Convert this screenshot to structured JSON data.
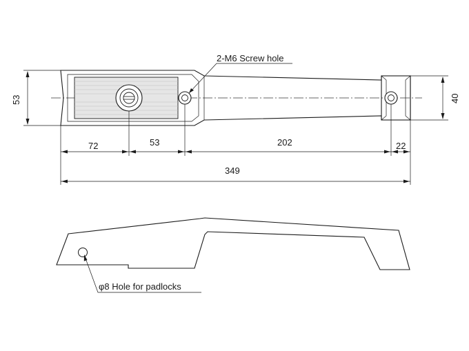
{
  "labels": {
    "screw_hole": "2-M6 Screw hole",
    "padlock_hole": "φ8 Hole for padlocks"
  },
  "dimensions": {
    "height_left": "53",
    "height_right": "40",
    "seg_1": "72",
    "seg_2": "53",
    "seg_3": "202",
    "seg_4": "22",
    "overall": "349"
  }
}
